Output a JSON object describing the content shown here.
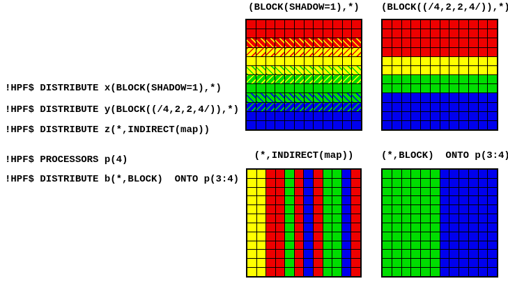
{
  "palette": {
    "red": "#ee0000",
    "yellow": "#ffff00",
    "green": "#00dd00",
    "blue": "#0000ee",
    "grid_line": "#000000",
    "background": "#ffffff",
    "text": "#000000"
  },
  "directives": {
    "lines": [
      "!HPF$ DISTRIBUTE x(BLOCK(SHADOW=1),*)",
      "!HPF$ DISTRIBUTE y(BLOCK((/4,2,2,4/)),*)",
      "!HPF$ DISTRIBUTE z(*,INDIRECT(map))",
      "!HPF$ PROCESSORS p(4)",
      "!HPF$ DISTRIBUTE b(*,BLOCK)  ONTO p(3:4)"
    ]
  },
  "panels": [
    {
      "label": "(BLOCK(SHADOW=1),*)",
      "axis": "rows",
      "rows": 12,
      "cols": 12,
      "bands": [
        {
          "color": "red"
        },
        {
          "color": "red"
        },
        {
          "color": "red",
          "hatch_color": "yellow",
          "hatch_direction": "backslash"
        },
        {
          "color": "yellow",
          "hatch_color": "red",
          "hatch_direction": "slash"
        },
        {
          "color": "yellow"
        },
        {
          "color": "yellow",
          "hatch_color": "green",
          "hatch_direction": "backslash"
        },
        {
          "color": "green",
          "hatch_color": "yellow",
          "hatch_direction": "slash"
        },
        {
          "color": "green"
        },
        {
          "color": "green",
          "hatch_color": "blue",
          "hatch_direction": "backslash"
        },
        {
          "color": "blue",
          "hatch_color": "green",
          "hatch_direction": "slash"
        },
        {
          "color": "blue"
        },
        {
          "color": "blue"
        }
      ]
    },
    {
      "label": "(BLOCK((/4,2,2,4/)),*)",
      "axis": "rows",
      "rows": 12,
      "cols": 12,
      "bands": [
        {
          "color": "red"
        },
        {
          "color": "red"
        },
        {
          "color": "red"
        },
        {
          "color": "red"
        },
        {
          "color": "yellow"
        },
        {
          "color": "yellow"
        },
        {
          "color": "green"
        },
        {
          "color": "green"
        },
        {
          "color": "blue"
        },
        {
          "color": "blue"
        },
        {
          "color": "blue"
        },
        {
          "color": "blue"
        }
      ]
    },
    {
      "label": "(*,INDIRECT(map))",
      "axis": "cols",
      "rows": 12,
      "cols": 12,
      "bands": [
        {
          "color": "yellow"
        },
        {
          "color": "yellow"
        },
        {
          "color": "red"
        },
        {
          "color": "red"
        },
        {
          "color": "green"
        },
        {
          "color": "red"
        },
        {
          "color": "blue"
        },
        {
          "color": "red"
        },
        {
          "color": "green"
        },
        {
          "color": "green"
        },
        {
          "color": "blue"
        },
        {
          "color": "red"
        }
      ]
    },
    {
      "label": "(*,BLOCK)  ONTO p(3:4)",
      "axis": "cols",
      "rows": 12,
      "cols": 12,
      "bands": [
        {
          "color": "green"
        },
        {
          "color": "green"
        },
        {
          "color": "green"
        },
        {
          "color": "green"
        },
        {
          "color": "green"
        },
        {
          "color": "green"
        },
        {
          "color": "blue"
        },
        {
          "color": "blue"
        },
        {
          "color": "blue"
        },
        {
          "color": "blue"
        },
        {
          "color": "blue"
        },
        {
          "color": "blue"
        }
      ]
    }
  ]
}
